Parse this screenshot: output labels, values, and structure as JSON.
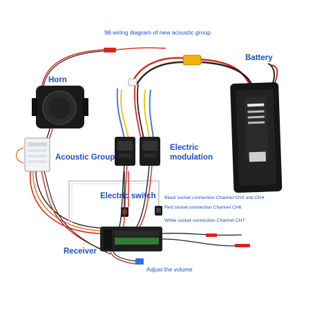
{
  "title": "98 wiring diagram of new acoustic group",
  "labels": {
    "horn": "Horn",
    "battery": "Battery",
    "acoustic_group": "Acoustic Group",
    "electric_modulation_line1": "Electric",
    "electric_modulation_line2": "modulation",
    "electric_switch": "Electric switch",
    "receiver": "Receiver",
    "adjust_volume": "Adjust the volume",
    "black_socket": "Black socket connection Channel CH3 and CH4",
    "red_socket": "Red socket connection Channel CH6",
    "white_socket": "White socket connection Channel CH7"
  },
  "colors": {
    "label_blue": "#1e4fbf",
    "wire_red": "#d9261c",
    "wire_black": "#222222",
    "wire_yellow": "#e8c400",
    "wire_orange": "#e86a10",
    "wire_white": "#e6e6e6",
    "wire_blue": "#2f6fe0",
    "connector_yellow": "#f0b400"
  }
}
